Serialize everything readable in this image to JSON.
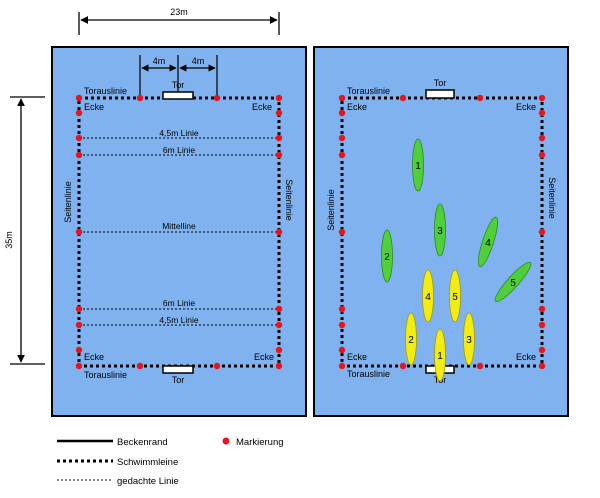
{
  "dimensions": {
    "width": "23m",
    "length": "35m",
    "goal_offset_left": "4m",
    "goal_offset_right": "4m"
  },
  "left_pool": {
    "goal_top": "Tor",
    "goal_bottom": "Tor",
    "goal_line_top": "Torauslinie",
    "goal_line_bottom": "Torauslinie",
    "corner_tl": "Ecke",
    "corner_tr": "Ecke",
    "corner_bl": "Ecke",
    "corner_br": "Ecke",
    "side_left": "Seitenlinie",
    "side_right": "Seitenlinie",
    "line_45_top": "4,5m Linie",
    "line_6_top": "6m Linie",
    "line_mid": "Mittelline",
    "line_6_bottom": "6m Linie",
    "line_45_bottom": "4,5m Linie"
  },
  "right_pool": {
    "goal_top": "Tor",
    "goal_bottom": "Tor",
    "goal_line_top": "Torauslinie",
    "goal_line_bottom": "Torauslinie",
    "corner_tl": "Ecke",
    "corner_tr": "Ecke",
    "corner_bl": "Ecke",
    "corner_br": "Ecke",
    "side_left": "Seitenlinie",
    "side_right": "Seitenlinie",
    "players_green": [
      "1",
      "2",
      "3",
      "4",
      "5"
    ],
    "players_yellow": [
      "1",
      "2",
      "3",
      "4",
      "5"
    ]
  },
  "legend": {
    "pool_edge": "Beckenrand",
    "swim_line": "Schwimmleine",
    "imaginary_line": "gedachte Linie",
    "marker": "Markierung"
  },
  "colors": {
    "water": "#7fb2ee",
    "marker": "#e8141b",
    "green_player": "#4fcf39",
    "yellow_player": "#f2ec14"
  }
}
